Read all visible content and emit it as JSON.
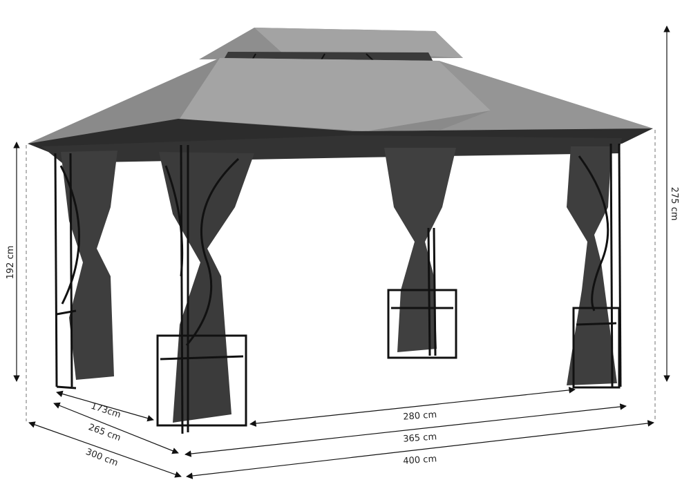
{
  "product": {
    "subject": "gazebo-with-double-roof-and-curtains",
    "roof_color": "#9a9a9a",
    "valance_color": "#2e2e2e",
    "curtain_color": "#3c3c3c",
    "frame_color": "#111111"
  },
  "dimensions": {
    "side_height": "192 cm",
    "total_height": "275 cm",
    "depth_inner": "173cm",
    "depth_frame": "265 cm",
    "depth_roof": "300 cm",
    "width_inner": "280 cm",
    "width_frame": "365 cm",
    "width_roof": "400 cm"
  }
}
